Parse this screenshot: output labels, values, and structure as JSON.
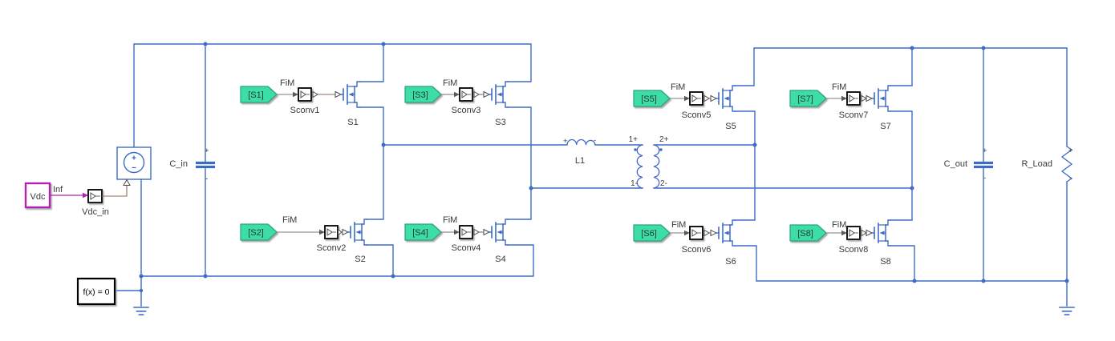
{
  "app": {
    "name": "Simulink model canvas",
    "model": "Dual Active Bridge converter"
  },
  "colors": {
    "wire_blue": "#3e6cc5",
    "tag_green": "#3edda8",
    "tag_border": "#2ba47b",
    "magenta": "#b122b1",
    "physical_signal": "#8e6b5e",
    "signal_gray": "#7d7d7d",
    "background": "#ffffff"
  },
  "marks": {
    "plus": "+",
    "minus": "-"
  },
  "source": {
    "block": "Vdc",
    "signal": "Inf",
    "converter": "Vdc_in"
  },
  "solver": {
    "label": "f(x) = 0"
  },
  "input_cap": {
    "label": "C_in"
  },
  "output_cap": {
    "label": "C_out"
  },
  "inductor": {
    "label": "L1"
  },
  "load": {
    "label": "R_Load"
  },
  "transformer": {
    "p1_plus": "1+",
    "p1_minus": "1-",
    "p2_plus": "2+",
    "p2_minus": "2-"
  },
  "switches": [
    {
      "tag": "[S1]",
      "signal": "FiM",
      "converter": "Sconv1",
      "label": "S1"
    },
    {
      "tag": "[S2]",
      "signal": "FiM",
      "converter": "Sconv2",
      "label": "S2"
    },
    {
      "tag": "[S3]",
      "signal": "FiM",
      "converter": "Sconv3",
      "label": "S3"
    },
    {
      "tag": "[S4]",
      "signal": "FiM",
      "converter": "Sconv4",
      "label": "S4"
    },
    {
      "tag": "[S5]",
      "signal": "FiM",
      "converter": "Sconv5",
      "label": "S5"
    },
    {
      "tag": "[S6]",
      "signal": "FiM",
      "converter": "Sconv6",
      "label": "S6"
    },
    {
      "tag": "[S7]",
      "signal": "FiM",
      "converter": "Sconv7",
      "label": "S7"
    },
    {
      "tag": "[S8]",
      "signal": "FiM",
      "converter": "Sconv8",
      "label": "S8"
    }
  ]
}
